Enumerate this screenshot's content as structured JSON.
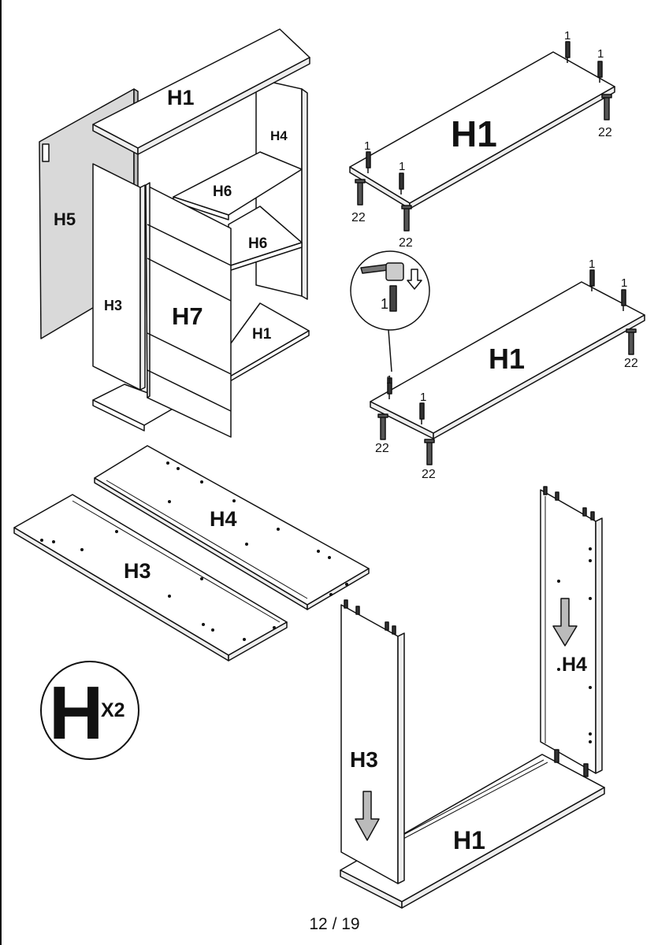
{
  "page_number": "12 / 19",
  "step_badge": {
    "letter": "H",
    "multiplier": "X2"
  },
  "exploded_view": {
    "labels": {
      "top": "H1",
      "back": "H5",
      "side_left": "H3",
      "side_right": "H4",
      "shelf_upper": "H6",
      "shelf_lower": "H6",
      "door": "H7",
      "bottom": "H1"
    }
  },
  "top_panel_view": {
    "label": "H1",
    "dowel_qty": "1",
    "screw_qty": "22"
  },
  "bottom_panel_view": {
    "label": "H1",
    "dowel_qty": "1",
    "screw_qty": "22",
    "detail_dowel_qty": "1"
  },
  "side_panels_view": {
    "label_left": "H3",
    "label_right": "H4"
  },
  "assembly_view": {
    "label_base": "H1",
    "label_left": "H3",
    "label_right": "H4"
  },
  "colors": {
    "line": "#111111",
    "panel": "#ffffff",
    "back_panel": "#d9d9d9"
  }
}
